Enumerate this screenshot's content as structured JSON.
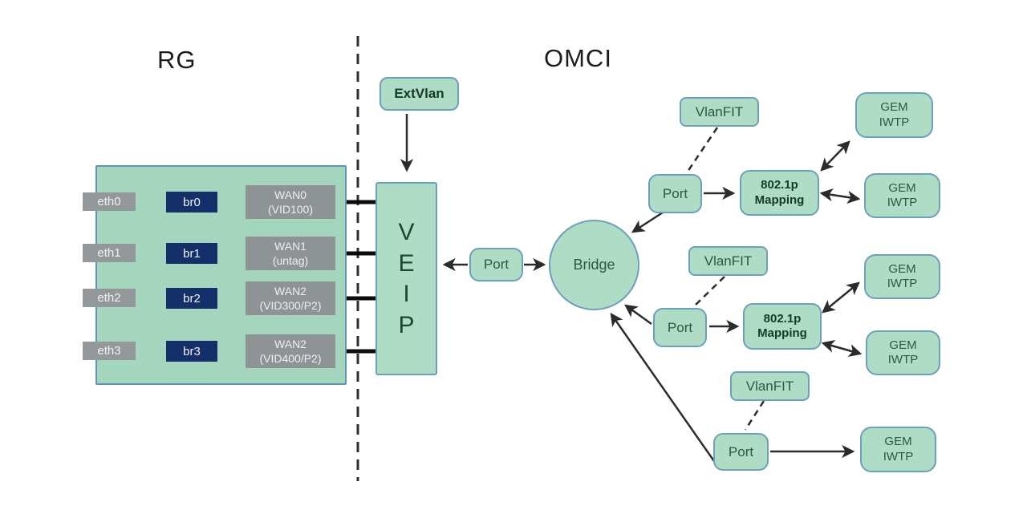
{
  "titles": {
    "rg": "RG",
    "omci": "OMCI"
  },
  "rg": {
    "rows": [
      {
        "eth": "eth0",
        "br": "br0",
        "wan": [
          "WAN0",
          "(VID100)"
        ]
      },
      {
        "eth": "eth1",
        "br": "br1",
        "wan": [
          "WAN1",
          "(untag)"
        ]
      },
      {
        "eth": "eth2",
        "br": "br2",
        "wan": [
          "WAN2",
          "(VID300/P2)"
        ]
      },
      {
        "eth": "eth3",
        "br": "br3",
        "wan": [
          "WAN2",
          "(VID400/P2)"
        ]
      }
    ]
  },
  "omci": {
    "extvlan": "ExtVlan",
    "veip": [
      "V",
      "E",
      "I",
      "P"
    ],
    "port": "Port",
    "bridge": "Bridge",
    "clusters": [
      {
        "vlanfit": "VlanFIT",
        "port": "Port",
        "mapping": [
          "802.1p",
          "Mapping"
        ],
        "gem_top": [
          "GEM",
          "IWTP"
        ],
        "gem_bottom": [
          "GEM",
          "IWTP"
        ]
      },
      {
        "vlanfit": "VlanFIT",
        "port": "Port",
        "mapping": [
          "802.1p",
          "Mapping"
        ],
        "gem_top": [
          "GEM",
          "IWTP"
        ],
        "gem_bottom": [
          "GEM",
          "IWTP"
        ]
      },
      {
        "vlanfit": "VlanFIT",
        "port": "Port",
        "gem": [
          "GEM",
          "IWTP"
        ]
      }
    ]
  },
  "colors": {
    "node_fill": "#aedcc5",
    "node_border": "#6d9fbe",
    "rg_container_fill": "#a3d6bd",
    "rg_container_border": "#5f93b8",
    "eth_fill": "#93989b",
    "br_fill": "#152f6a",
    "wan_fill": "#8e9396",
    "rg_link_gray": "#b6babc",
    "wan_veip_link": "#0d0d0d",
    "arrow": "#2b2b2b",
    "node_text": "#2a5a41",
    "device_text": "#f2f2f2"
  }
}
